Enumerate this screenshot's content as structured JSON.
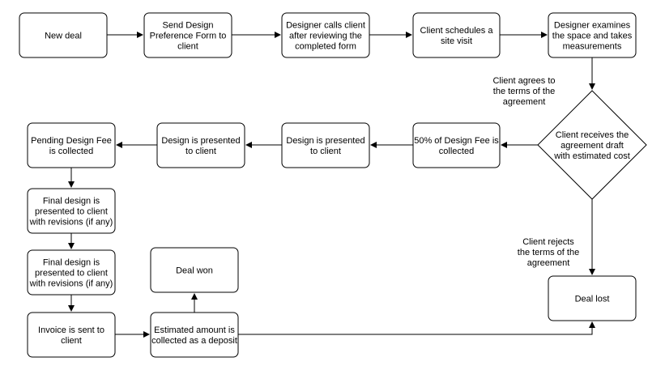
{
  "nodes": {
    "new_deal": {
      "lines": [
        "New deal"
      ]
    },
    "send_form": {
      "lines": [
        "Send Design",
        "Preference Form to",
        "client"
      ]
    },
    "designer_calls": {
      "lines": [
        "Designer calls client",
        "after reviewing the",
        "completed form"
      ]
    },
    "client_schedules": {
      "lines": [
        "Client schedules a",
        "site visit"
      ]
    },
    "designer_examines": {
      "lines": [
        "Designer examines",
        "the space and takes",
        "measurements"
      ]
    },
    "client_receives": {
      "lines": [
        "Client receives the",
        "agreement draft",
        "with estimated cost"
      ]
    },
    "fee_50": {
      "lines": [
        "50% of Design Fee is",
        "collected"
      ]
    },
    "design_presented_1": {
      "lines": [
        "Design is presented",
        "to client"
      ]
    },
    "design_presented_2": {
      "lines": [
        "Design is presented",
        "to client"
      ]
    },
    "pending_fee": {
      "lines": [
        "Pending Design Fee",
        "is collected"
      ]
    },
    "final_design_1": {
      "lines": [
        "Final design is",
        "presented to client",
        "with revisions (if any)"
      ]
    },
    "final_design_2": {
      "lines": [
        "Final design is",
        "presented to client",
        "with revisions (if any)"
      ]
    },
    "invoice_sent": {
      "lines": [
        "Invoice is sent to",
        "client"
      ]
    },
    "estimated_amount": {
      "lines": [
        "Estimated amount is",
        "collected as a deposit"
      ]
    },
    "deal_won": {
      "lines": [
        "Deal won"
      ]
    },
    "deal_lost": {
      "lines": [
        "Deal lost"
      ]
    }
  },
  "edge_labels": {
    "agrees": {
      "lines": [
        "Client agrees to",
        "the terms of the",
        "agreement"
      ]
    },
    "rejects": {
      "lines": [
        "Client rejects",
        "the terms of the",
        "agreement"
      ]
    }
  }
}
